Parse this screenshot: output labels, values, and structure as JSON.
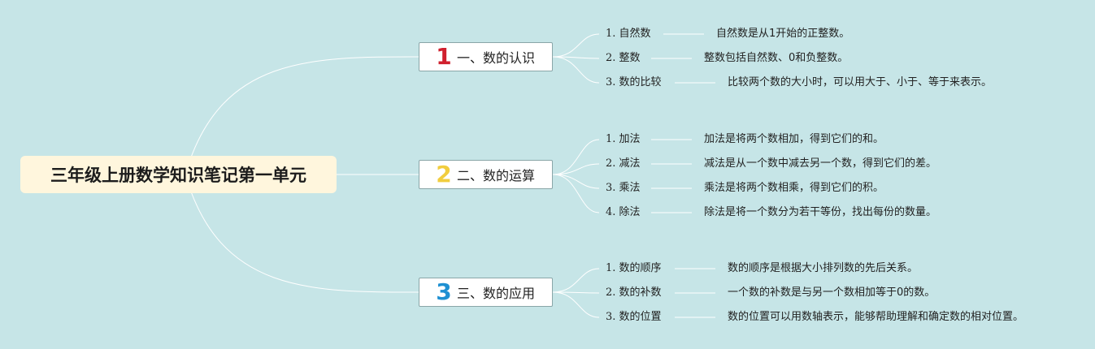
{
  "root": {
    "title": "三年级上册数学知识笔记第一单元"
  },
  "colors": {
    "background": "#c6e5e7",
    "root_fill": "#fff6dd",
    "branch_1": "#d0202e",
    "branch_2": "#f1cd3e",
    "branch_3": "#1e90d2",
    "link": "#ffffff"
  },
  "branches": [
    {
      "number": "1",
      "label": "一、数的认识",
      "items": [
        {
          "index": "1.",
          "label": "自然数",
          "desc": "自然数是从1开始的正整数。"
        },
        {
          "index": "2.",
          "label": "整数",
          "desc": "整数包括自然数、0和负整数。"
        },
        {
          "index": "3.",
          "label": "数的比较",
          "desc": "比较两个数的大小时，可以用大于、小于、等于来表示。"
        }
      ]
    },
    {
      "number": "2",
      "label": "二、数的运算",
      "items": [
        {
          "index": "1.",
          "label": "加法",
          "desc": "加法是将两个数相加，得到它们的和。"
        },
        {
          "index": "2.",
          "label": "减法",
          "desc": "减法是从一个数中减去另一个数，得到它们的差。"
        },
        {
          "index": "3.",
          "label": "乘法",
          "desc": "乘法是将两个数相乘，得到它们的积。"
        },
        {
          "index": "4.",
          "label": "除法",
          "desc": "除法是将一个数分为若干等份，找出每份的数量。"
        }
      ]
    },
    {
      "number": "3",
      "label": "三、数的应用",
      "items": [
        {
          "index": "1.",
          "label": "数的顺序",
          "desc": "数的顺序是根据大小排列数的先后关系。"
        },
        {
          "index": "2.",
          "label": "数的补数",
          "desc": "一个数的补数是与另一个数相加等于0的数。"
        },
        {
          "index": "3.",
          "label": "数的位置",
          "desc": "数的位置可以用数轴表示，能够帮助理解和确定数的相对位置。"
        }
      ]
    }
  ]
}
